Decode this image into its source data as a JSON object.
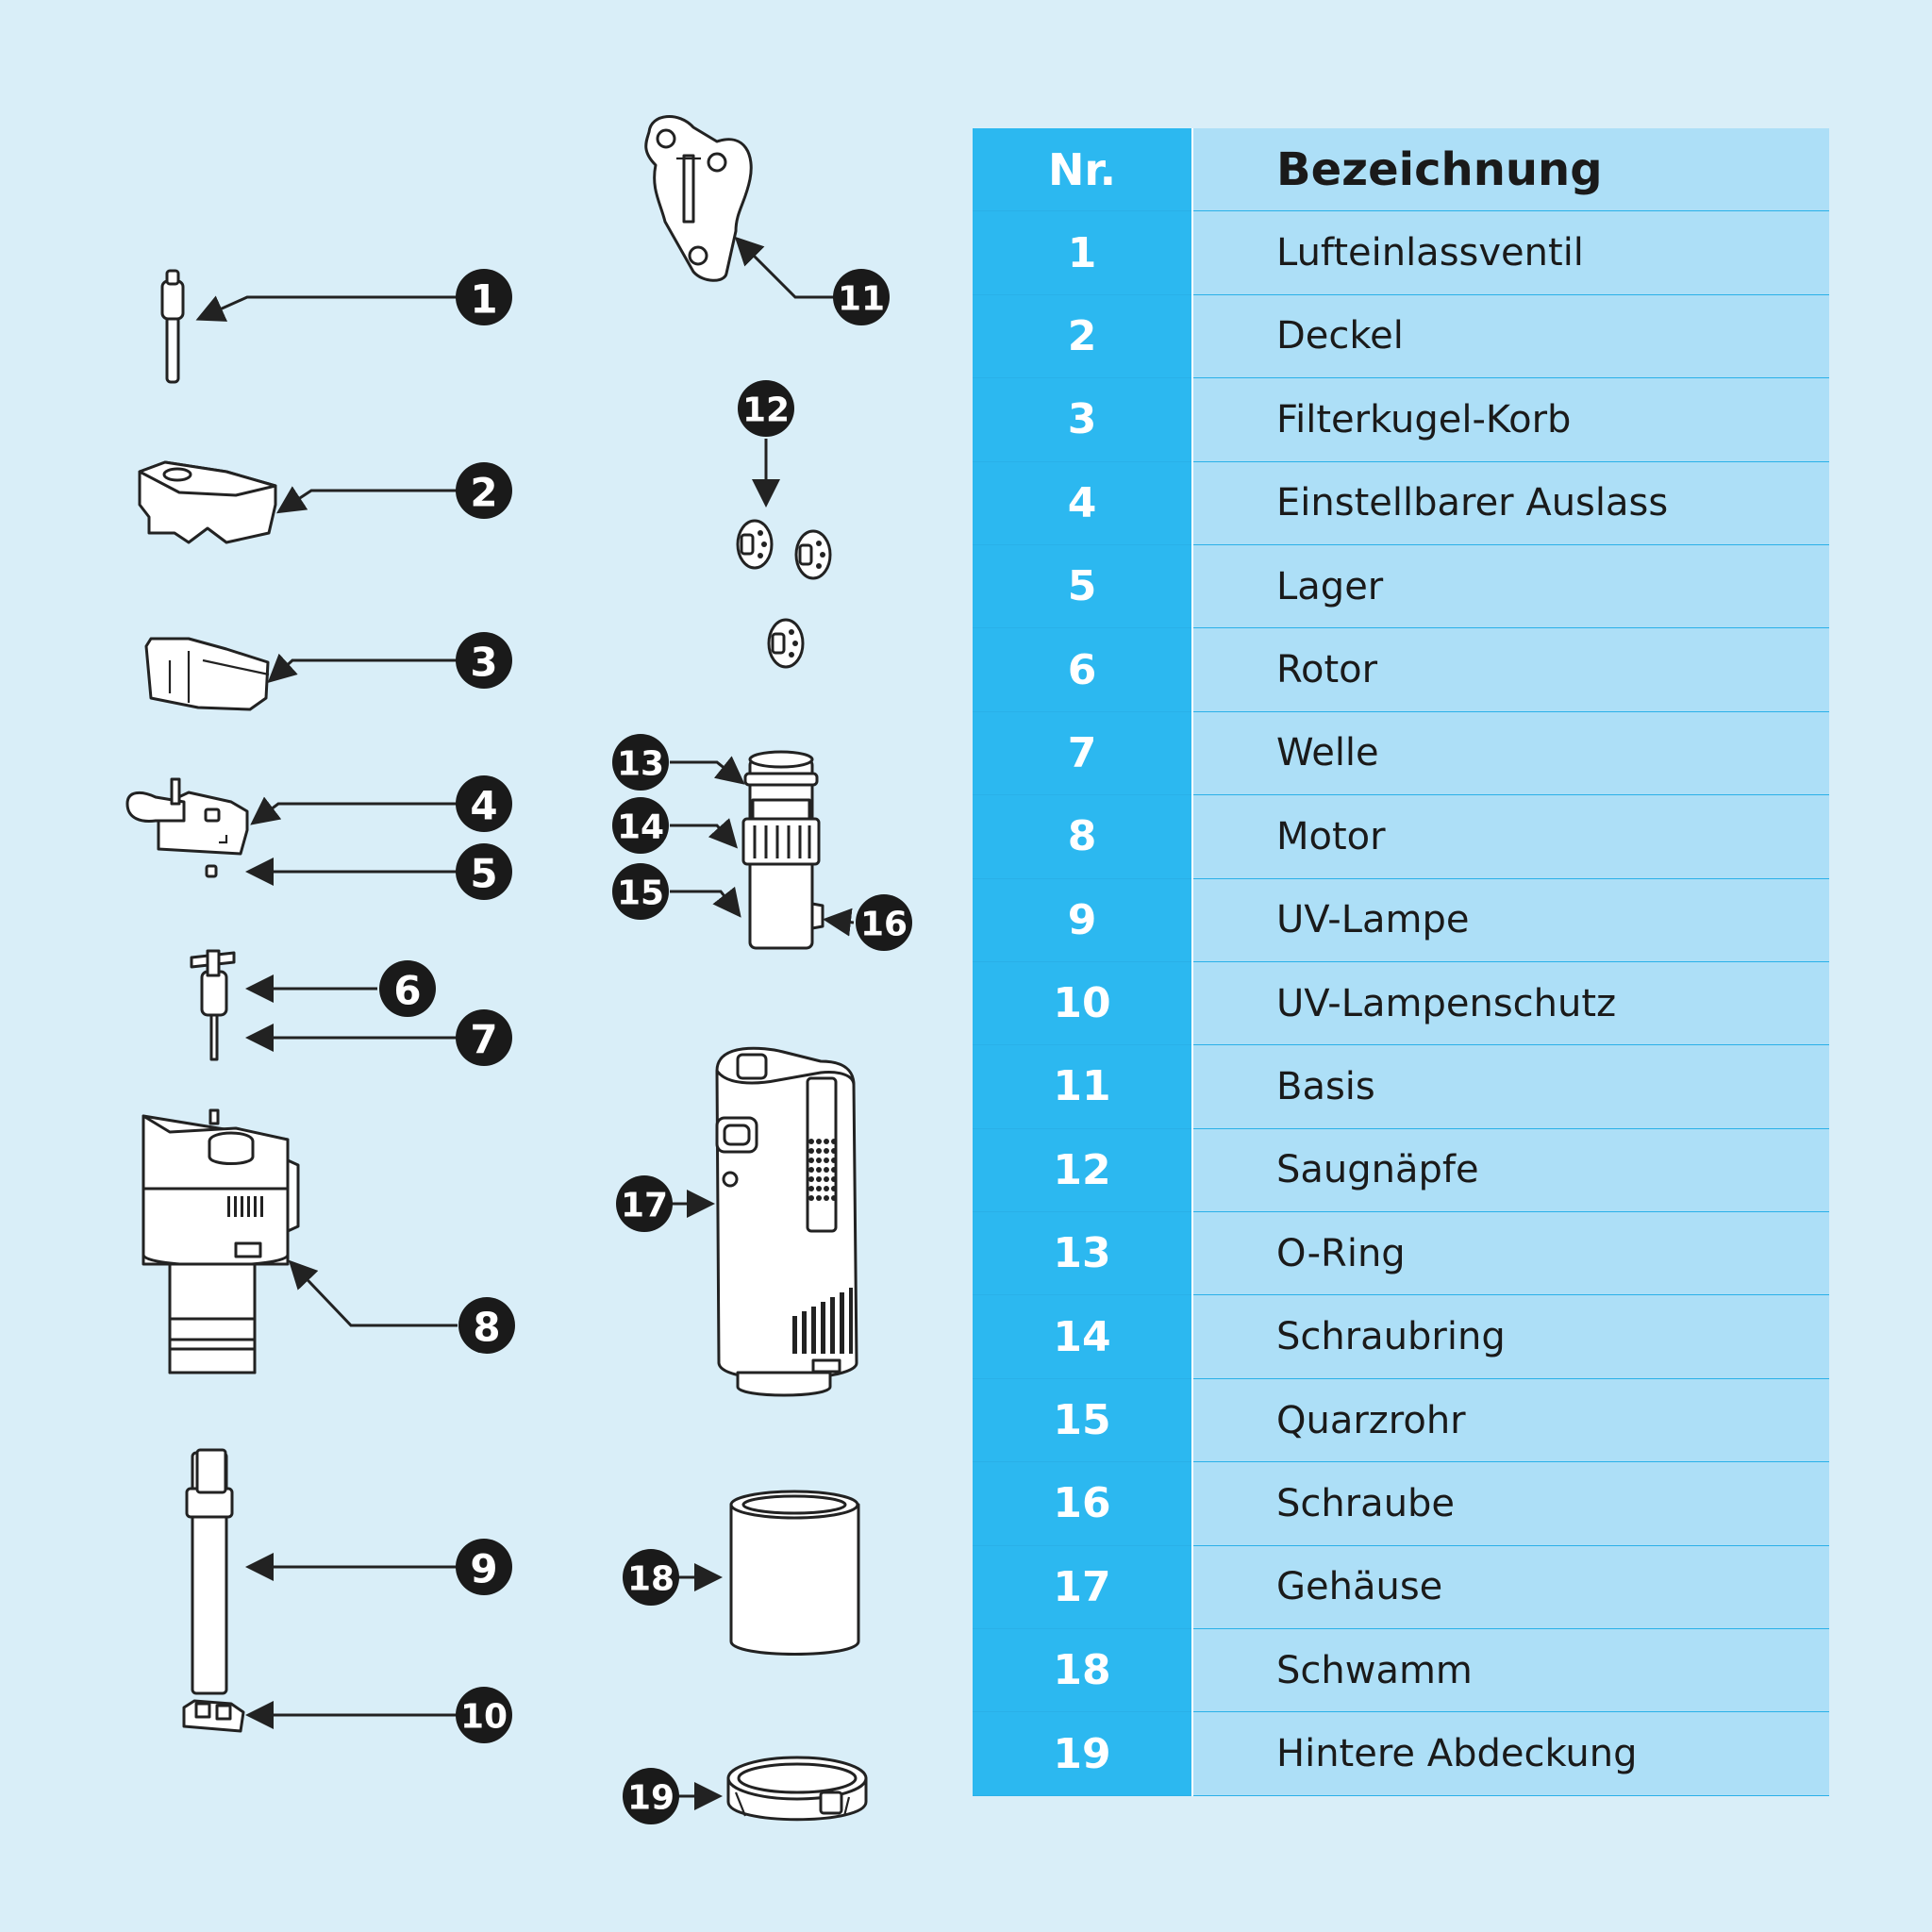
{
  "table": {
    "header": {
      "nr": "Nr.",
      "name": "Bezeichnung"
    },
    "rows": [
      {
        "nr": "1",
        "name": "Lufteinlassventil"
      },
      {
        "nr": "2",
        "name": "Deckel"
      },
      {
        "nr": "3",
        "name": "Filterkugel-Korb"
      },
      {
        "nr": "4",
        "name": "Einstellbarer Auslass"
      },
      {
        "nr": "5",
        "name": "Lager"
      },
      {
        "nr": "6",
        "name": "Rotor"
      },
      {
        "nr": "7",
        "name": "Welle"
      },
      {
        "nr": "8",
        "name": "Motor"
      },
      {
        "nr": "9",
        "name": "UV-Lampe"
      },
      {
        "nr": "10",
        "name": "UV-Lampenschutz"
      },
      {
        "nr": "11",
        "name": "Basis"
      },
      {
        "nr": "12",
        "name": "Saugnäpfe"
      },
      {
        "nr": "13",
        "name": "O-Ring"
      },
      {
        "nr": "14",
        "name": "Schraubring"
      },
      {
        "nr": "15",
        "name": "Quarzrohr"
      },
      {
        "nr": "16",
        "name": "Schraube"
      },
      {
        "nr": "17",
        "name": "Gehäuse"
      },
      {
        "nr": "18",
        "name": "Schwamm"
      },
      {
        "nr": "19",
        "name": "Hintere Abdeckung"
      }
    ]
  },
  "callouts": [
    "1",
    "2",
    "3",
    "4",
    "5",
    "6",
    "7",
    "8",
    "9",
    "10",
    "11",
    "12",
    "13",
    "14",
    "15",
    "16",
    "17",
    "18",
    "19"
  ],
  "colors": {
    "background": "#d9eef8",
    "nr_column": "#2cb8f0",
    "name_column": "#addff7",
    "callout_fill": "#1a1a1a",
    "line": "#222222"
  }
}
